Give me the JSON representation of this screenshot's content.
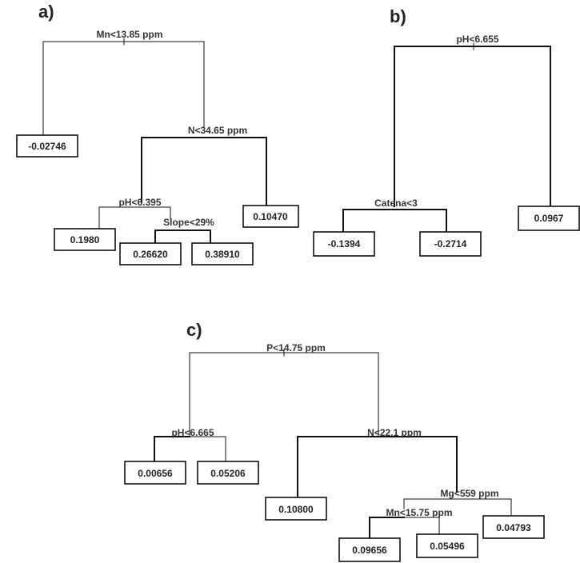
{
  "panels": [
    {
      "letter": "a)",
      "splits": [
        {
          "id": "a1",
          "label": "Mn<13.85 ppm"
        },
        {
          "id": "a2",
          "label": "N<34.65 ppm"
        },
        {
          "id": "a3",
          "label": "pH<6.395"
        },
        {
          "id": "a4",
          "label": "Slope<29%"
        }
      ],
      "leaves": [
        {
          "id": "a-l1",
          "value": "-0.02746"
        },
        {
          "id": "a-l2",
          "value": "0.10470"
        },
        {
          "id": "a-l3",
          "value": "0.1980"
        },
        {
          "id": "a-l4",
          "value": "0.26620"
        },
        {
          "id": "a-l5",
          "value": "0.38910"
        }
      ]
    },
    {
      "letter": "b)",
      "splits": [
        {
          "id": "b1",
          "label": "pH<6.655"
        },
        {
          "id": "b2",
          "label": "Catena<3"
        }
      ],
      "leaves": [
        {
          "id": "b-l1",
          "value": "-0.1394"
        },
        {
          "id": "b-l2",
          "value": "-0.2714"
        },
        {
          "id": "b-l3",
          "value": "0.0967"
        }
      ]
    },
    {
      "letter": "c)",
      "splits": [
        {
          "id": "c1",
          "label": "P<14.75 ppm"
        },
        {
          "id": "c2",
          "label": "pH<6.665"
        },
        {
          "id": "c3",
          "label": "N<22.1 ppm"
        },
        {
          "id": "c4",
          "label": "Mg<559 ppm"
        },
        {
          "id": "c5",
          "label": "Mn<15.75 ppm"
        }
      ],
      "leaves": [
        {
          "id": "c-l1",
          "value": "0.00656"
        },
        {
          "id": "c-l2",
          "value": "0.05206"
        },
        {
          "id": "c-l3",
          "value": "0.10800"
        },
        {
          "id": "c-l4",
          "value": "0.04793"
        },
        {
          "id": "c-l5",
          "value": "0.09656"
        },
        {
          "id": "c-l6",
          "value": "0.05496"
        }
      ]
    }
  ]
}
